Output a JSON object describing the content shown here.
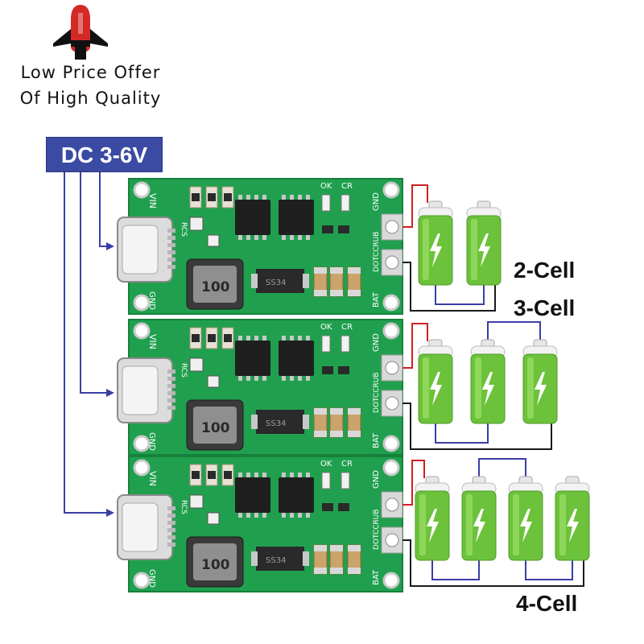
{
  "brand": {
    "line1": "Low Price Offer",
    "line2": "Of High Quality",
    "logo_icon": "flame-rocket-logo",
    "logo_colors": {
      "top": "#d42a26",
      "bottom": "#1a1a1a"
    }
  },
  "input_label": "DC 3-6V",
  "board": {
    "pin_vin": "VIN",
    "pin_gnd": "GND",
    "pin_bat": "BAT",
    "pin_rcs": "RCS",
    "led_ok": "OK",
    "led_cr": "CR",
    "silk_text": "DOTCCRUB",
    "inductor_value": "100",
    "diode_text": "SS34"
  },
  "configurations": [
    {
      "label": "2-Cell",
      "cells": 2
    },
    {
      "label": "3-Cell",
      "cells": 3
    },
    {
      "label": "4-Cell",
      "cells": 4
    }
  ],
  "colors": {
    "pcb": "#20a04e",
    "pcb_dark": "#16803c",
    "wire_blue": "#3a3ea6",
    "wire_red": "#d02020",
    "battery_green": "#6cc23a",
    "badge": "#3b4aa3"
  }
}
